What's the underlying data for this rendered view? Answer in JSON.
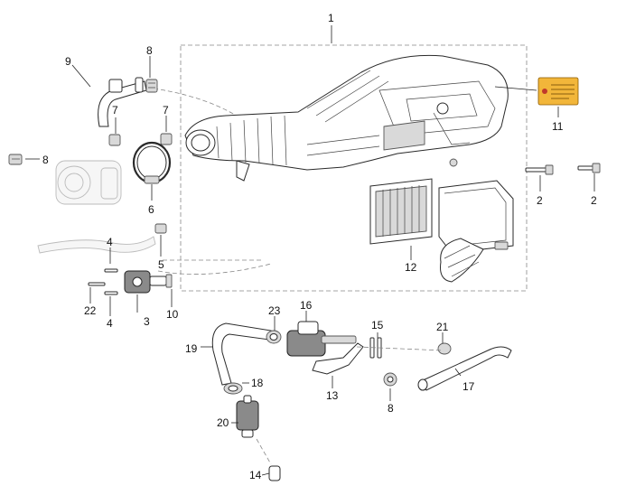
{
  "callouts": {
    "c1": "1",
    "c2a": "2",
    "c2b": "2",
    "c3": "3",
    "c4a": "4",
    "c4b": "4",
    "c5": "5",
    "c6": "6",
    "c7a": "7",
    "c7b": "7",
    "c8a": "8",
    "c8b": "8",
    "c8c": "8",
    "c9": "9",
    "c10": "10",
    "c11": "11",
    "c12": "12",
    "c13": "13",
    "c14": "14",
    "c15": "15",
    "c16": "16",
    "c17": "17",
    "c18": "18",
    "c19": "19",
    "c20": "20",
    "c21": "21",
    "c22": "22",
    "c23": "23"
  },
  "colors": {
    "label_fill": "#f2b63a",
    "label_stroke": "#8a5a00",
    "ink": "#222222",
    "ghost": "#bbbbbb"
  }
}
